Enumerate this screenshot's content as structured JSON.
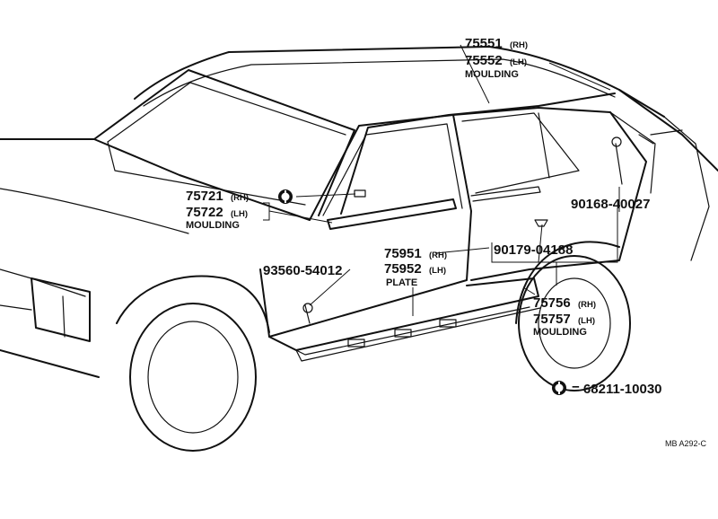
{
  "diagram": {
    "labels": {
      "roof_moulding": {
        "rh": "75551",
        "rh_side": "(RH)",
        "lh": "75552",
        "lh_side": "(LH)",
        "name": "MOULDING"
      },
      "front_moulding": {
        "rh": "75721",
        "rh_side": "(RH)",
        "lh": "75722",
        "lh_side": "(LH)",
        "name": "MOULDING"
      },
      "plate": {
        "rh": "75951",
        "rh_side": "(RH)",
        "lh": "75952",
        "lh_side": "(LH)",
        "name": "PLATE"
      },
      "rocker_moulding": {
        "rh": "75756",
        "rh_side": "(RH)",
        "lh": "75757",
        "lh_side": "(LH)",
        "name": "MOULDING"
      },
      "screw_a": "93560-54012",
      "screw_b": "90168-40027",
      "clip_c": "90179-04188",
      "clip_legend": "= 68211-10030",
      "ref_code": "MB A292-C"
    },
    "icons": [
      "clip-symbol-icon"
    ]
  }
}
